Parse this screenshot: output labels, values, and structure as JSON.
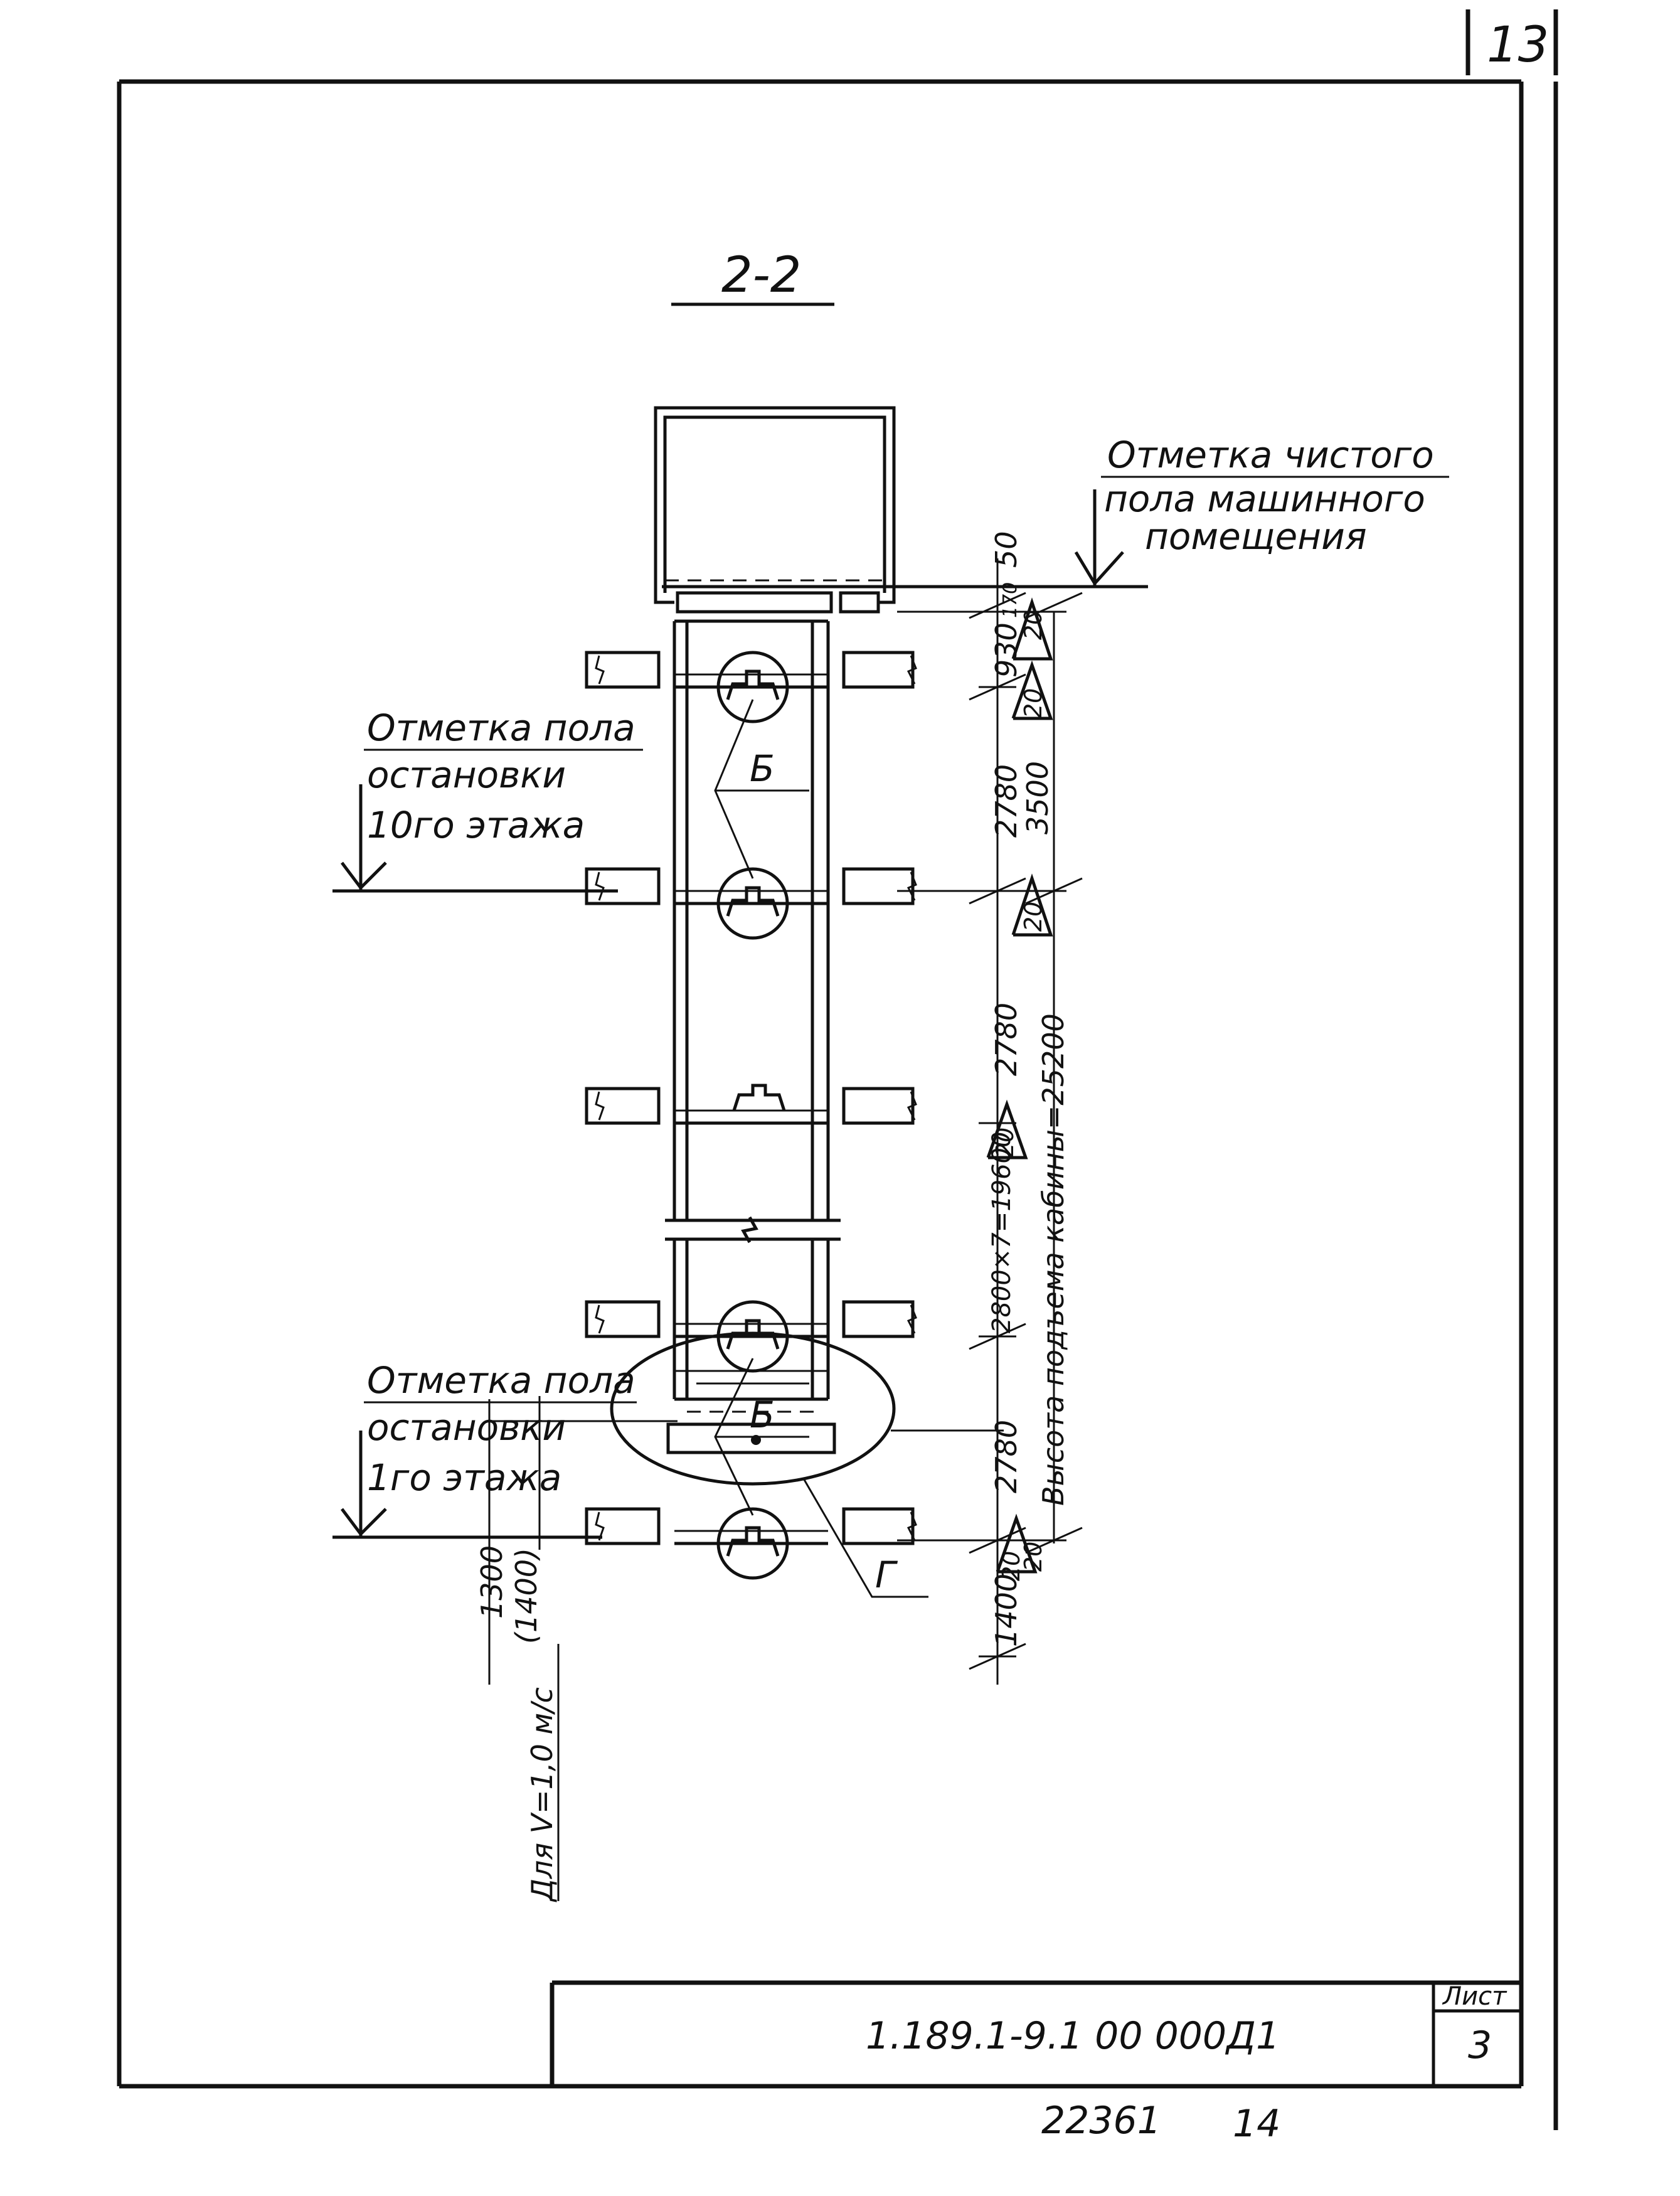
{
  "sheet_corner_number": "13",
  "section_title": "2-2",
  "notes": {
    "machine_room_floor": [
      "Отметка чистого",
      "пола машинного",
      "помещения"
    ],
    "floor10_stop": [
      "Отметка пола",
      "остановки",
      "10го этажа"
    ],
    "floor1_stop": [
      "Отметка пола",
      "остановки",
      "1го этажа"
    ],
    "speed_note": "Для V=1,0 м/с"
  },
  "dimensions": {
    "d50": "50",
    "d170": "170",
    "d930": "930",
    "d2780_top": "2780",
    "d2780_mid": "2780",
    "d2800x7": "2800×7=19600",
    "d2780_bot": "2780",
    "d1400": "1400",
    "d3500": "3500",
    "lift_height": "Высота подъема кабины=25200",
    "d20_a": "20",
    "d20_b": "20",
    "d20_c": "20",
    "d20_d": "20",
    "d20_e": "20",
    "d20_f": "20",
    "pit_1300": "1300",
    "pit_1400": "(1400)"
  },
  "callouts": {
    "b_upper": "Б",
    "b_lower": "Б",
    "g": "Г"
  },
  "title_block": {
    "document_code": "1.189.1-9.1 00 000Д1",
    "sheet_label": "Лист",
    "sheet_number": "3"
  },
  "footer": {
    "inventory_number": "22361",
    "page_number": "14"
  }
}
